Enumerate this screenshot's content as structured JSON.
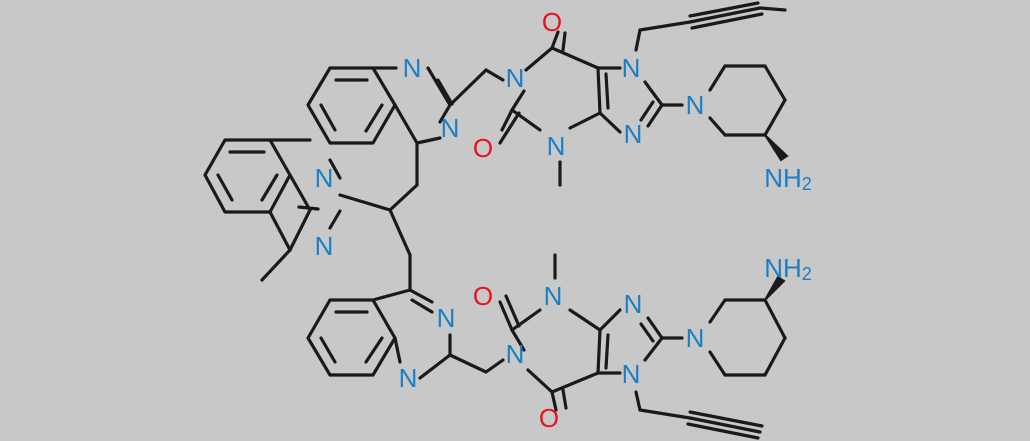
{
  "colors": {
    "background": "#c8c8c8",
    "bond": "#1a1a1a",
    "nitrogen": "#1a7fc4",
    "oxygen": "#e8141c"
  },
  "atoms": {
    "n": "N",
    "o": "O",
    "nh2_main": "NH",
    "nh2_sub": "2"
  }
}
